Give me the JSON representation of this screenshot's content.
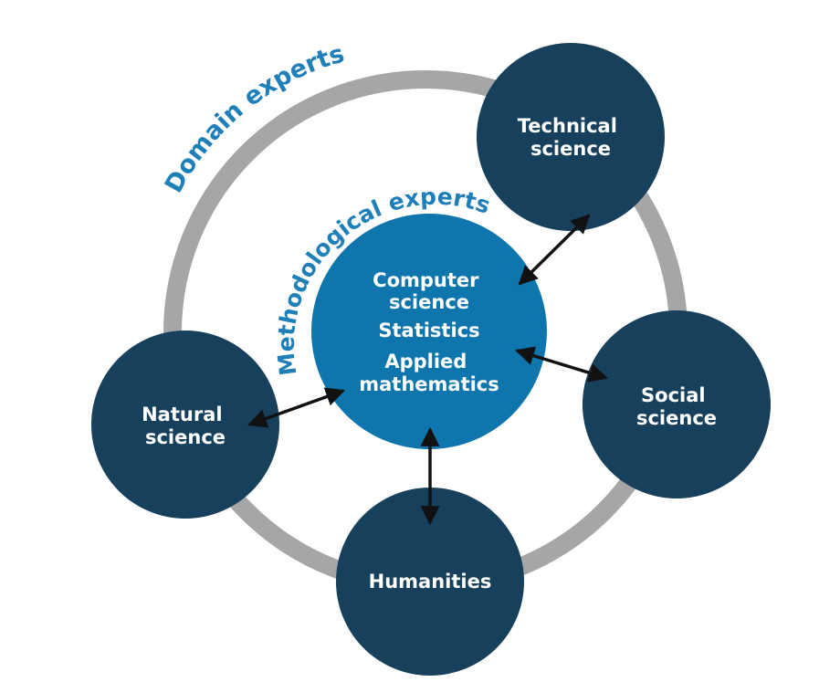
{
  "arc_labels": {
    "domain": "Domain experts",
    "methodological": "Methodological experts"
  },
  "center": {
    "line1": "Computer",
    "line2": "science",
    "line3": "Statistics",
    "line4": "Applied",
    "line5": "mathematics"
  },
  "nodes": {
    "technical": {
      "line1": "Technical",
      "line2": "science"
    },
    "social": {
      "line1": "Social",
      "line2": "science"
    },
    "natural": {
      "line1": "Natural",
      "line2": "science"
    },
    "humanities": {
      "line1": "Humanities"
    }
  },
  "colors": {
    "ring": "#a6a6a6",
    "outer_node": "#17405c",
    "center_node": "#0f76ad",
    "arc_text": "#1f7fb8",
    "arrow": "#111111"
  }
}
